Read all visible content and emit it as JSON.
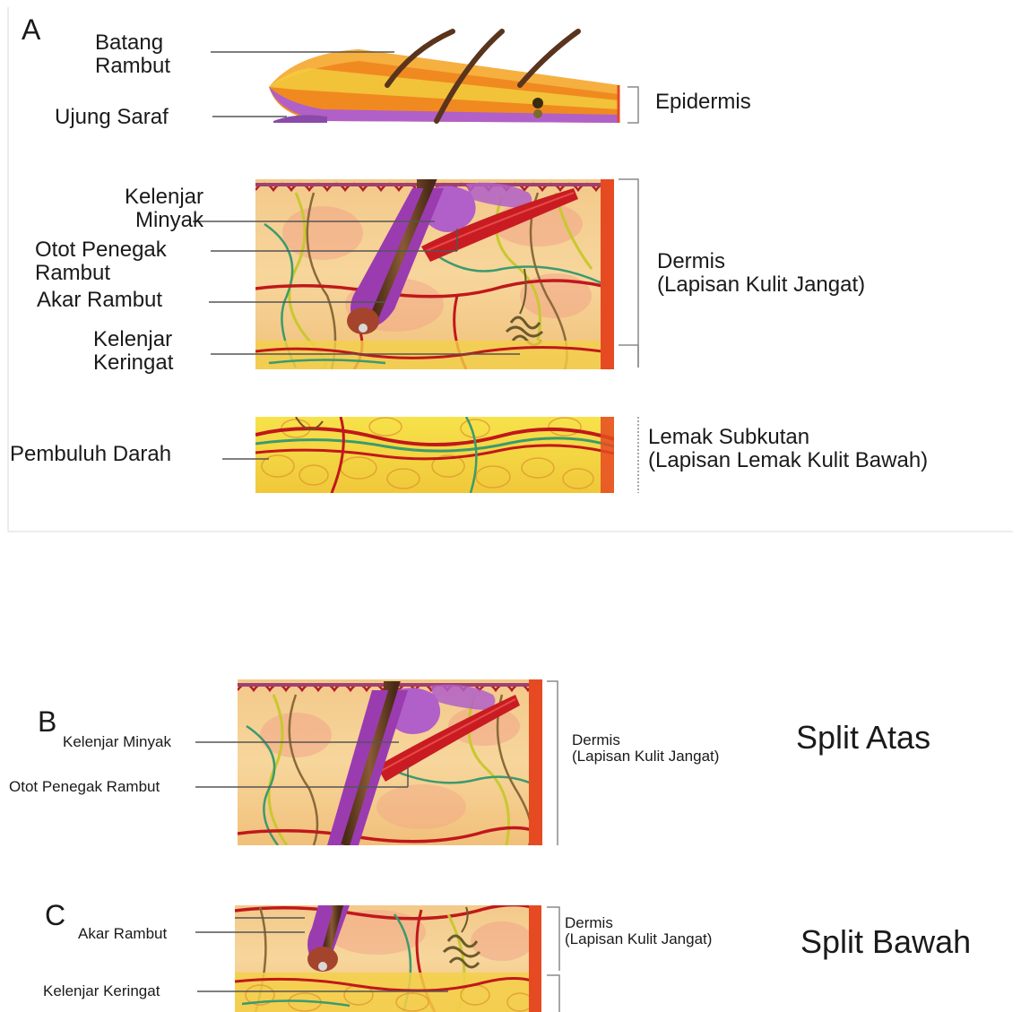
{
  "panels": {
    "a": {
      "letter": "A",
      "labels": {
        "batang_rambut": [
          "Batang",
          "Rambut"
        ],
        "ujung_saraf": "Ujung Saraf",
        "kelenjar_minyak": [
          "Kelenjar",
          "Minyak"
        ],
        "otot_penegak_rambut": [
          "Otot Penegak",
          "Rambut"
        ],
        "akar_rambut": "Akar Rambut",
        "kelenjar_keringat": [
          "Kelenjar",
          "Keringat"
        ],
        "pembuluh_darah": "Pembuluh Darah",
        "epidermis": "Epidermis",
        "dermis": [
          "Dermis",
          "(Lapisan Kulit Jangat)"
        ],
        "lemak_subkutan": [
          "Lemak Subkutan",
          "(Lapisan Lemak Kulit Bawah)"
        ]
      }
    },
    "b": {
      "letter": "B",
      "labels": {
        "kelenjar_minyak": "Kelenjar Minyak",
        "otot_penegak_rambut": "Otot Penegak Rambut",
        "dermis": [
          "Dermis",
          "(Lapisan Kulit Jangat)"
        ]
      },
      "title": "Split Atas"
    },
    "c": {
      "letter": "C",
      "labels": {
        "akar_rambut": "Akar Rambut",
        "kelenjar_keringat": "Kelenjar Keringat",
        "dermis": [
          "Dermis",
          "(Lapisan Kulit Jangat)"
        ]
      },
      "title": "Split Bawah"
    }
  },
  "colors": {
    "epidermis_purple": "#b060c8",
    "epidermis_orange": "#f08a20",
    "dermis_bg": "#f6cf8a",
    "dermis_pink": "#f2a088",
    "blood_red": "#c0181c",
    "vessel_green": "#3c9a6e",
    "nerve_yellow": "#c8c830",
    "fat_yellow": "#f4dc3c",
    "hair_brown": "#6a3e22",
    "follicle_purple": "#9a3cb0",
    "edge_red": "#e64a22"
  }
}
